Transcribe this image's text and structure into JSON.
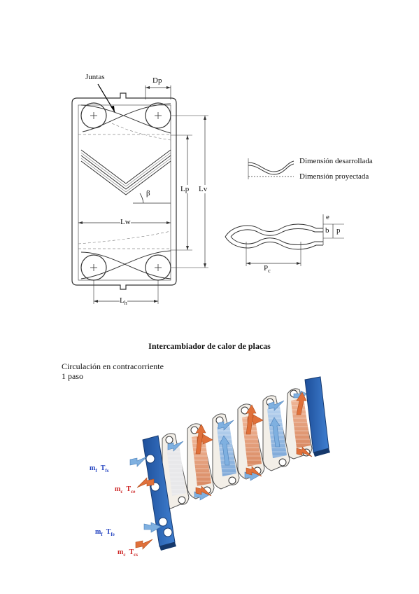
{
  "plate_diagram": {
    "juntas": "Juntas",
    "dp": "Dp",
    "beta": "β",
    "lp": "Lp",
    "lv": "Lv",
    "lw": "Lw",
    "lh": "L",
    "lh_sub": "h"
  },
  "corrugation": {
    "desarrollada": "Dimensión desarrollada",
    "proyectada": "Dimensión proyectada",
    "e": "e",
    "b": "b",
    "p": "p",
    "pc": "P",
    "pc_sub": "c"
  },
  "caption": "Intercambiador de calor de placas",
  "circulation": {
    "line1": "Circulación en contracorriente",
    "line2": "1 paso"
  },
  "exchanger_labels": {
    "mf": "m",
    "mf_sub": "f",
    "tfs": "T",
    "tfs_sub": "fs",
    "mc": "m",
    "mc_sub": "c",
    "tce": "T",
    "tce_sub": "ce",
    "tfe": "T",
    "tfe_sub": "fe",
    "tcs": "T",
    "tcs_sub": "cs"
  },
  "colors": {
    "cold": "#1f3fbf",
    "hot": "#cc2020",
    "plate_blue": "#2f6fbf",
    "arrow_blue": "#7fb0e0",
    "arrow_orange": "#e0703a"
  }
}
